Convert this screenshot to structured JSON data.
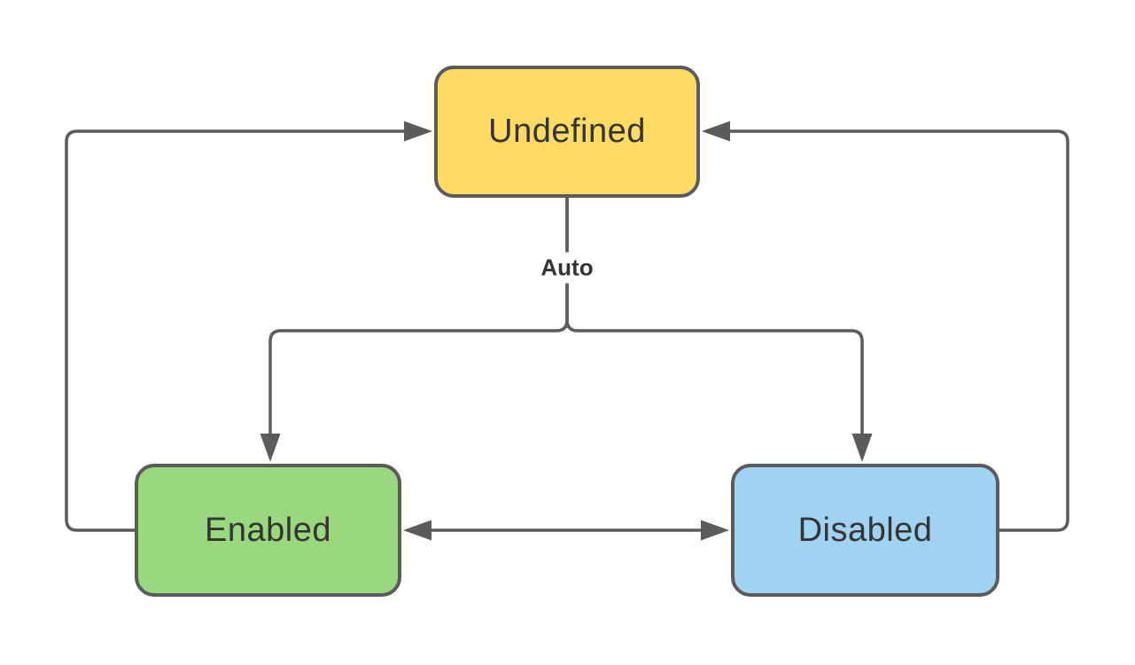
{
  "diagram": {
    "type": "state-diagram",
    "nodes": {
      "undefined": {
        "label": "Undefined",
        "fill": "#FFDB66"
      },
      "enabled": {
        "label": "Enabled",
        "fill": "#99D87E"
      },
      "disabled": {
        "label": "Disabled",
        "fill": "#A0D3F2"
      }
    },
    "edges": {
      "auto_label": "Auto",
      "connections": [
        {
          "from": "Undefined",
          "to": "Enabled",
          "label": "Auto"
        },
        {
          "from": "Undefined",
          "to": "Disabled",
          "label": "Auto"
        },
        {
          "from": "Enabled",
          "to": "Undefined",
          "label": ""
        },
        {
          "from": "Disabled",
          "to": "Undefined",
          "label": ""
        },
        {
          "from": "Enabled",
          "to": "Disabled",
          "label": "",
          "bidirectional": true
        }
      ]
    },
    "colors": {
      "stroke": "#5B5B5B",
      "text": "#343434",
      "background": "#FFFFFF"
    }
  }
}
